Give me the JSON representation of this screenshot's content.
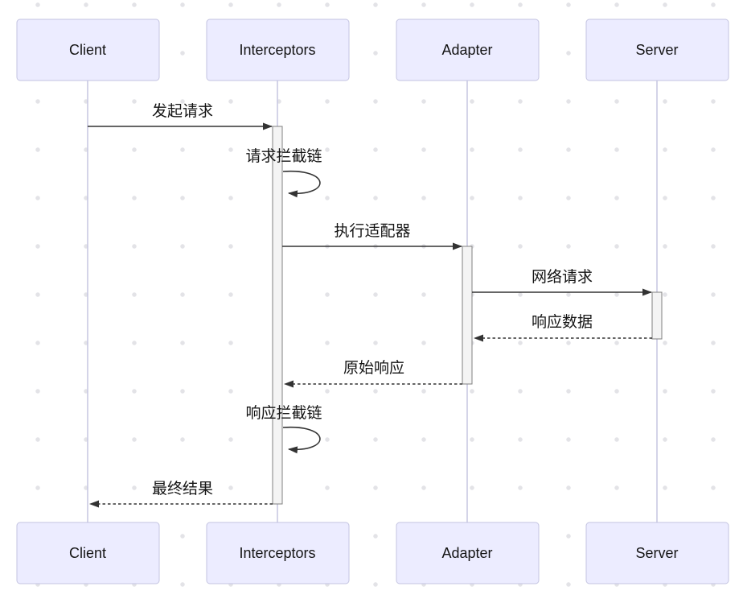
{
  "diagram": {
    "kind": "sequence-diagram",
    "actors": [
      {
        "name": "Client"
      },
      {
        "name": "Interceptors"
      },
      {
        "name": "Adapter"
      },
      {
        "name": "Server"
      }
    ],
    "messages": [
      {
        "from": "Client",
        "to": "Interceptors",
        "label": "发起请求",
        "line": "solid"
      },
      {
        "from": "Interceptors",
        "to": "Interceptors",
        "label": "请求拦截链",
        "line": "self-loop"
      },
      {
        "from": "Interceptors",
        "to": "Adapter",
        "label": "执行适配器",
        "line": "solid"
      },
      {
        "from": "Adapter",
        "to": "Server",
        "label": "网络请求",
        "line": "solid"
      },
      {
        "from": "Server",
        "to": "Adapter",
        "label": "响应数据",
        "line": "dashed"
      },
      {
        "from": "Adapter",
        "to": "Interceptors",
        "label": "原始响应",
        "line": "dashed"
      },
      {
        "from": "Interceptors",
        "to": "Interceptors",
        "label": "响应拦截链",
        "line": "self-loop"
      },
      {
        "from": "Interceptors",
        "to": "Client",
        "label": "最终结果",
        "line": "dashed"
      }
    ],
    "colors": {
      "actor_fill": "#ECECFF",
      "actor_border": "#C3C3E0",
      "lifeline": "#C9C9E3",
      "activation_fill": "#F4F4F4",
      "activation_border": "#808080",
      "message_line": "#333333",
      "text": "#141414",
      "background": "#FFFFFF",
      "background_dot": "#E3E3E7"
    }
  }
}
